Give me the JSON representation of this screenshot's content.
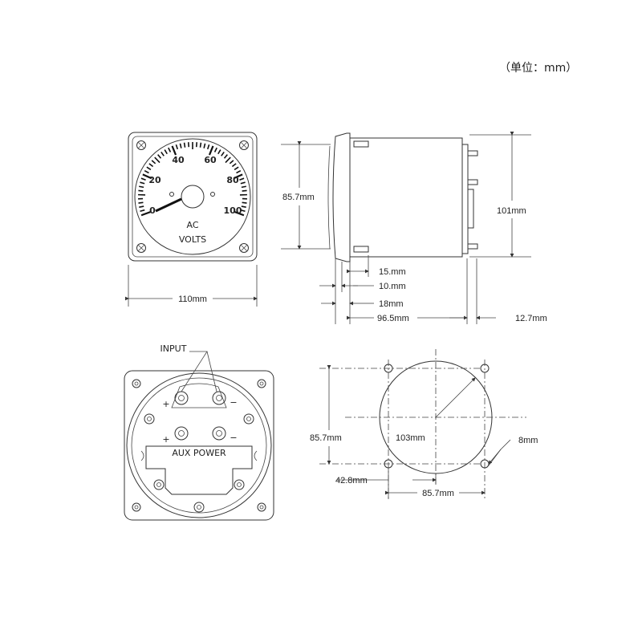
{
  "unit_note": "（单位：mm）",
  "front_view": {
    "scale_ticks": [
      "0",
      "20",
      "40",
      "60",
      "80",
      "100"
    ],
    "legend_line1": "AC",
    "legend_line2": "VOLTS",
    "width_dim": "110mm"
  },
  "side_view": {
    "height_dim": "85.7mm",
    "overall_height_dim": "101mm",
    "dims": {
      "d15": "15.mm",
      "d10": "10.mm",
      "d18": "18mm",
      "d965": "96.5mm",
      "d127": "12.7mm"
    }
  },
  "rear_view": {
    "input_label": "INPUT",
    "aux_label": "AUX POWER",
    "plus": "+",
    "minus": "−"
  },
  "cutout_view": {
    "vertical_dim": "85.7mm",
    "diameter_dim": "103mm",
    "hole_dim": "8mm",
    "offset_dim": "42.8mm",
    "horizontal_dim": "85.7mm"
  }
}
